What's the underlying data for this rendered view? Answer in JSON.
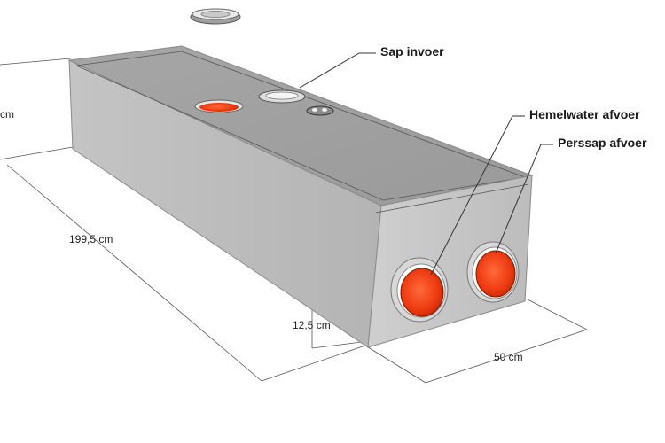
{
  "labels": {
    "sap_invoer": "Sap invoer",
    "hemelwater_afvoer": "Hemelwater afvoer",
    "perssap_afvoer": "Perssap afvoer"
  },
  "dimensions": {
    "length": "199,5 cm",
    "width": "50 cm",
    "pipe_height": "12,5 cm",
    "left_cut": "cm"
  },
  "colors": {
    "concrete_top": "#a9a9a9",
    "concrete_left": "#bdbdbd",
    "concrete_front": "#c6c6c6",
    "pipe_orange": "#ff4a1a",
    "pipe_rim": "#d8d8d8"
  }
}
